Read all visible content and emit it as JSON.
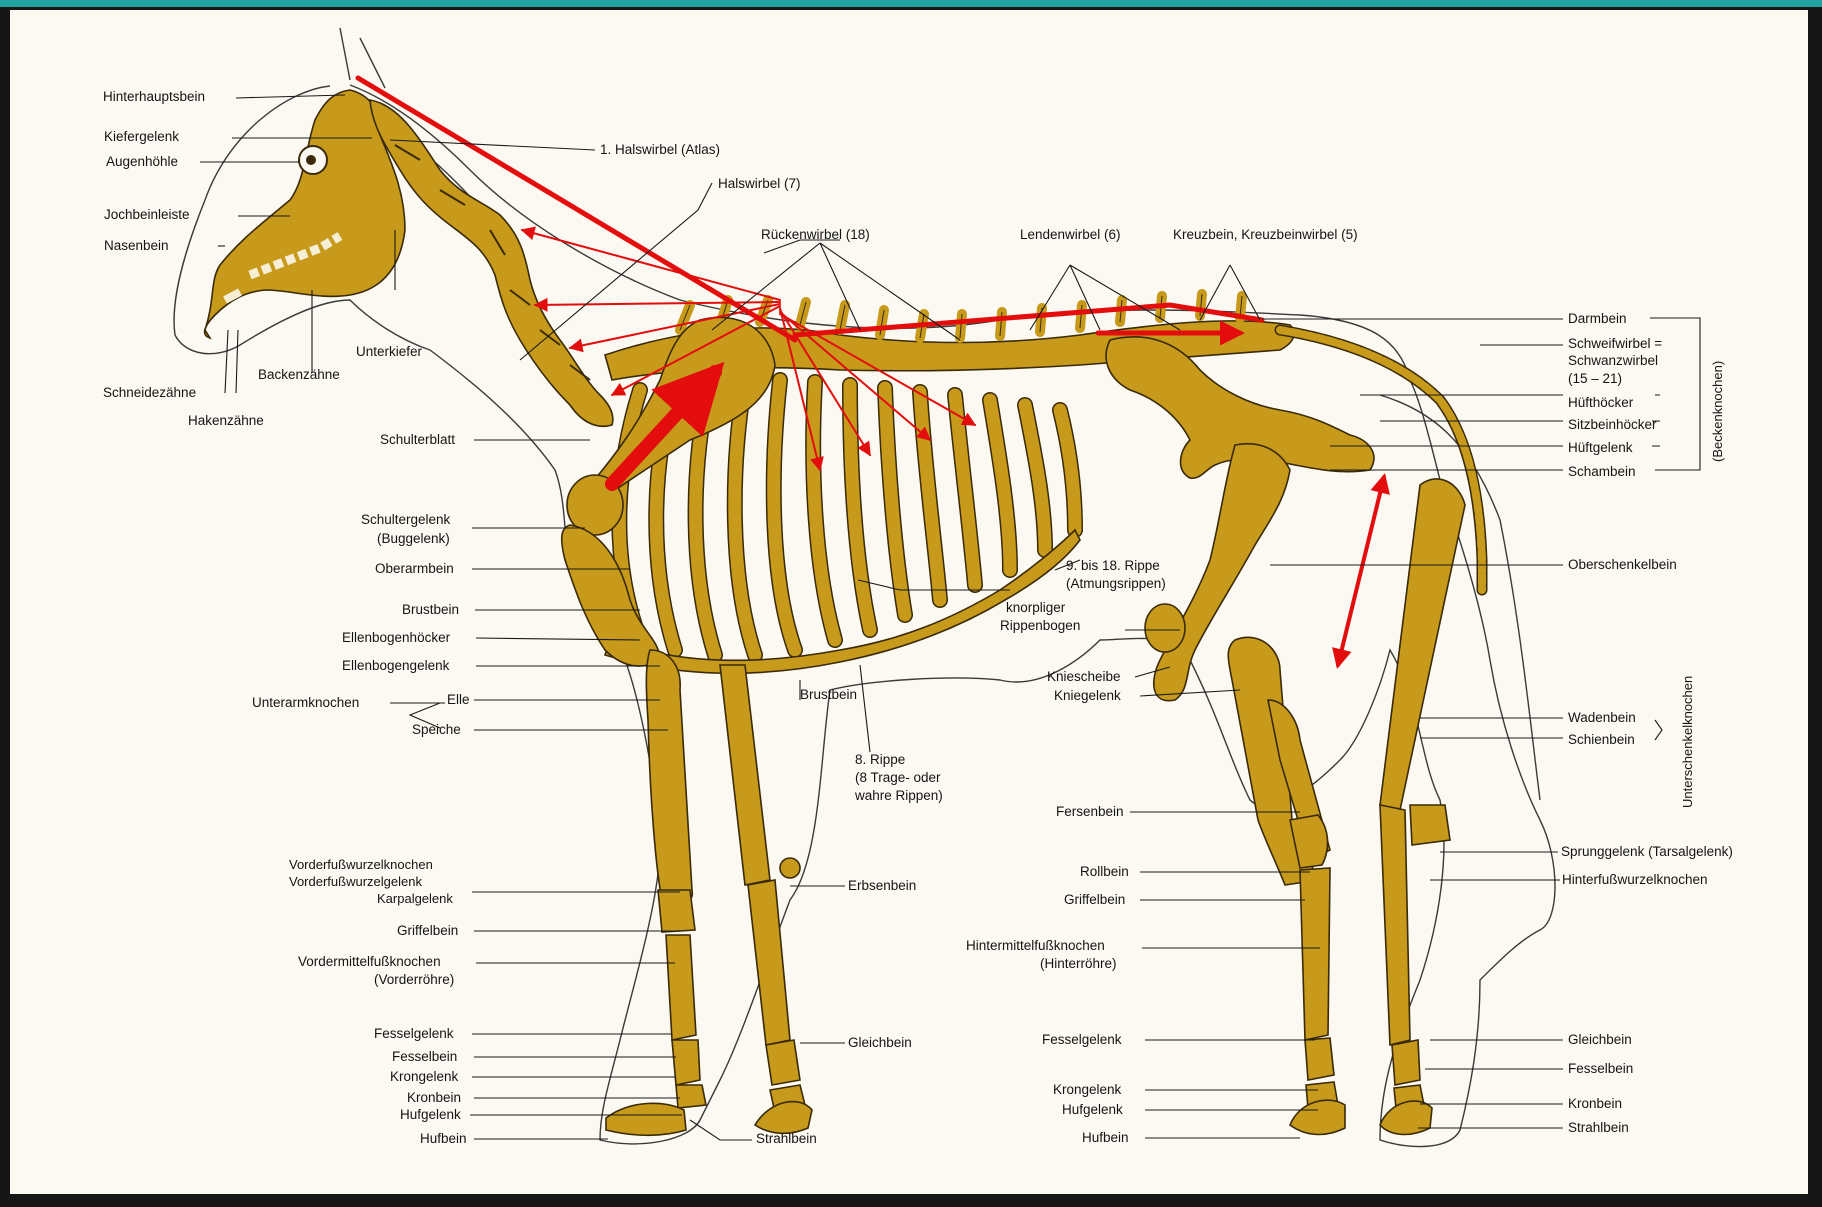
{
  "colors": {
    "bone": "#c79a1b",
    "arrow": "#e30d0d",
    "frame": "#161616",
    "accent": "#22a3a0",
    "paper": "#fbf9f2"
  },
  "labels": {
    "hinterhauptsbein": "Hinterhauptsbein",
    "kiefergelenk": "Kiefergelenk",
    "augenhoehle": "Augenhöhle",
    "jochbeinleiste": "Jochbeinleiste",
    "nasenbein": "Nasenbein",
    "schneidezaehne": "Schneidezähne",
    "hakenzaehne": "Hakenzähne",
    "backenzaehne": "Backenzähne",
    "unterkiefer": "Unterkiefer",
    "halswirbel_atlas": "1. Halswirbel (Atlas)",
    "halswirbel_7": "Halswirbel (7)",
    "rueckenwirbel": "Rückenwirbel (18)",
    "lendenwirbel": "Lendenwirbel (6)",
    "kreuzbein": "Kreuzbein, Kreuzbeinwirbel (5)",
    "schulterblatt": "Schulterblatt",
    "schultergelenk": "Schultergelenk",
    "buggelenk": "(Buggelenk)",
    "oberarmbein": "Oberarmbein",
    "brustbein": "Brustbein",
    "ellenbogenhoecker": "Ellenbogenhöcker",
    "ellenbogengelenk": "Ellenbogengelenk",
    "unterarmknochen": "Unterarmknochen",
    "elle": "Elle",
    "speiche": "Speiche",
    "vorderfusswurzelknochen": "Vorderfußwurzelknochen",
    "vorderfusswurzelgelenk": "Vorderfußwurzelgelenk",
    "karpalgelenk": "Karpalgelenk",
    "griffelbein_v": "Griffelbein",
    "vordermittelfuss": "Vordermittelfußknochen",
    "vorderroehre": "(Vorderröhre)",
    "fesselgelenk_v": "Fesselgelenk",
    "fesselbein_v": "Fesselbein",
    "krongelenk_v": "Krongelenk",
    "kronbein_v": "Kronbein",
    "hufgelenk_v": "Hufgelenk",
    "hufbein_v": "Hufbein",
    "strahlbein_v": "Strahlbein",
    "gleichbein_v": "Gleichbein",
    "erbsenbein": "Erbsenbein",
    "brustbein2": "Brustbein",
    "rippe8_a": "8. Rippe",
    "rippe8_b": "(8 Trage- oder",
    "rippe8_c": "wahre Rippen)",
    "knorpliger_a": "knorpliger",
    "knorpliger_b": "Rippenbogen",
    "rippe9_a": "9. bis 18. Rippe",
    "rippe9_b": "(Atmungsrippen)",
    "kniescheibe": "Kniescheibe",
    "kniegelenk": "Kniegelenk",
    "fersenbein": "Fersenbein",
    "rollbein": "Rollbein",
    "griffelbein_h": "Griffelbein",
    "hintermittelfuss": "Hintermittelfußknochen",
    "hinterroehre": "(Hinterröhre)",
    "fesselgelenk_h": "Fesselgelenk",
    "krongelenk_h": "Krongelenk",
    "hufgelenk_h": "Hufgelenk",
    "hufbein_h": "Hufbein",
    "darmbein": "Darmbein",
    "schweifwirbel_a": "Schweifwirbel =",
    "schweifwirbel_b": "Schwanzwirbel",
    "schweifwirbel_c": "(15 – 21)",
    "hufthoecker": "Hüfthöcker",
    "sitzbeinhoecker": "Sitzbeinhöcker",
    "hueftgelenk": "Hüftgelenk",
    "schambein": "Schambein",
    "beckenknochen": "(Beckenknochen)",
    "oberschenkelbein": "Oberschenkelbein",
    "unterschenkelknochen": "Unterschenkelknochen",
    "wadenbein": "Wadenbein",
    "schienbein": "Schienbein",
    "sprunggelenk": "Sprunggelenk (Tarsalgelenk)",
    "hinterfusswurzel": "Hinterfußwurzelknochen",
    "gleichbein_h": "Gleichbein",
    "fesselbein_h": "Fesselbein",
    "kronbein_h": "Kronbein",
    "strahlbein_h": "Strahlbein"
  }
}
